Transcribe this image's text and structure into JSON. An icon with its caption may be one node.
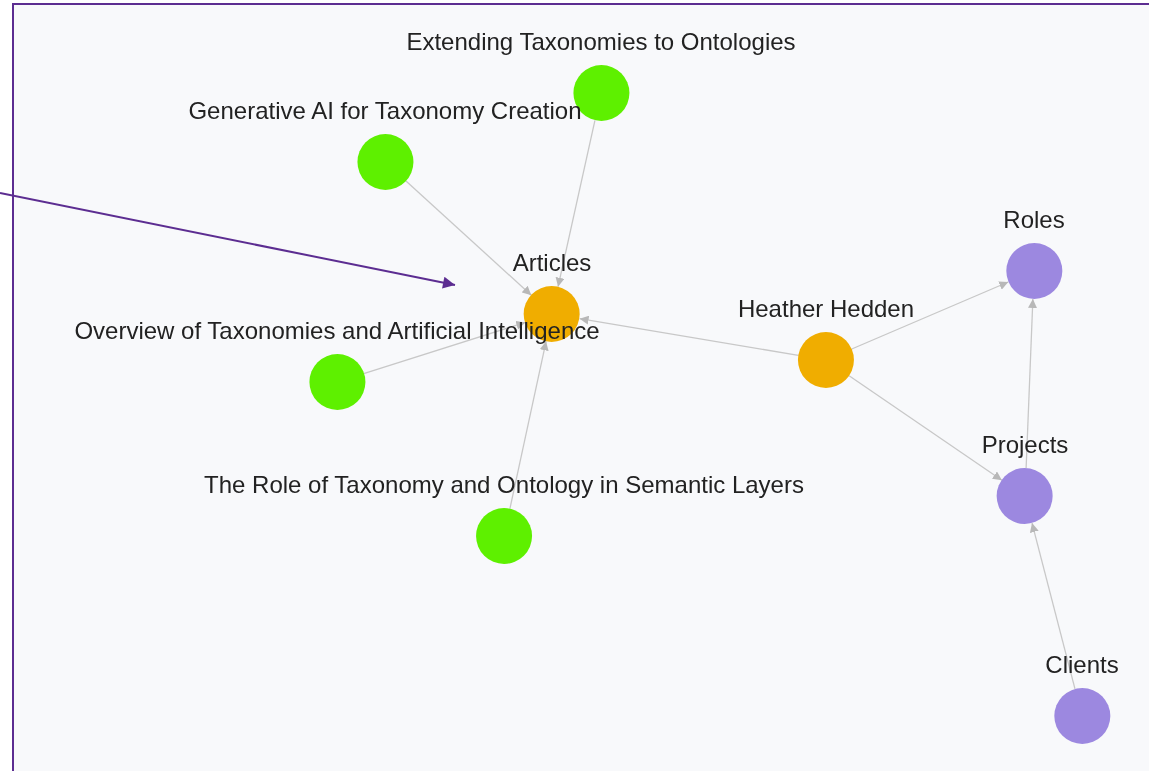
{
  "diagram": {
    "nodes": [
      {
        "text": [
          "Extending Taxonomies to Ontologies"
        ]
      },
      {
        "text": [
          "Generative AI for Taxonomy Creation"
        ]
      },
      {
        "text": [
          "Articles"
        ]
      },
      {
        "text": [
          "Heather Hedden"
        ]
      },
      {
        "text": [
          "Roles"
        ]
      },
      {
        "text": [
          "Overview of Taxonomies and Artificial Intelligence"
        ]
      },
      {
        "text": [
          "Projects"
        ]
      },
      {
        "text": [
          "The Role of Taxonomy and Ontology in Semantic Layers"
        ]
      },
      {
        "text": [
          "Clients"
        ]
      }
    ],
    "edges": [
      {
        "from": 0,
        "to": 2,
        "arrow": "to"
      },
      {
        "from": 1,
        "to": 2,
        "arrow": "to"
      },
      {
        "from": 5,
        "to": 2,
        "arrow": "to"
      },
      {
        "from": 7,
        "to": 2,
        "arrow": "to"
      },
      {
        "from": 3,
        "to": 2,
        "arrow": "to"
      },
      {
        "from": 3,
        "to": 4,
        "arrow": "to"
      },
      {
        "from": 3,
        "to": 6,
        "arrow": "to"
      },
      {
        "from": 6,
        "to": 4,
        "arrow": "to"
      },
      {
        "from": 8,
        "to": 6,
        "arrow": "to"
      }
    ]
  }
}
